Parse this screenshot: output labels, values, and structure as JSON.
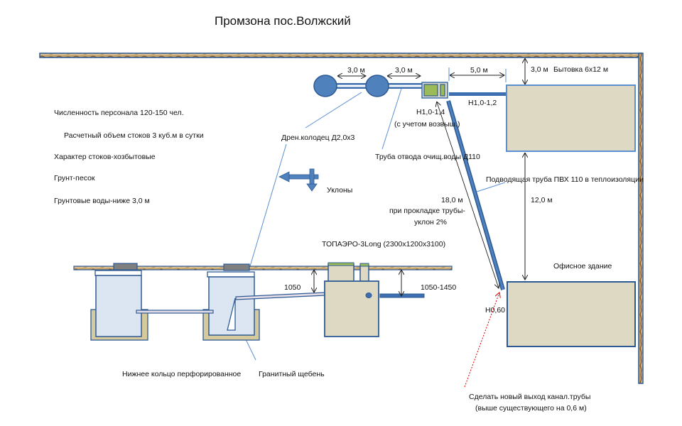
{
  "title": "Промзона пос.Волжский",
  "colors": {
    "pipe_blue": "#3d6fb0",
    "pipe_dark": "#2e5a94",
    "building_fill": "#ddd9c3",
    "tank_fill": "#dce6f2",
    "gravel_fill": "#d6c99c",
    "lid_gray": "#7f7f7f",
    "aero_green": "#9bbb59",
    "leader_line": "#5b8fd1",
    "ground_brown": "#b59461",
    "red_arrow": "#e00000"
  },
  "params": [
    "Численность персонала 120-150 чел.",
    "Расчетный объем стоков 3 куб.м в сутки",
    "Характер стоков-хозбытовые",
    "Грунт-песок",
    "Грунтовые воды-ниже 3,0 м"
  ],
  "plan": {
    "dim_well_gap": "3,0 м",
    "dim_well_to_unit": "3,0 м",
    "dim_unit_to_building": "5,0 м",
    "dim_fence_to_building": "3,0 м",
    "building_small_label": "Бытовка 6х12 м",
    "depth_outlet": "Н1,0-1,4",
    "depth_outlet_note": "(с учетом возвыш.)",
    "depth_inlet_pipe": "Н1,0-1,2",
    "drain_well_label": "Дрен.колодец Д2,0х3",
    "outlet_pipe_label": "Труба отвода очищ.воды Д110",
    "inlet_pipe_label": "Подводящая труба ПВХ 110 в теплоизоляции",
    "slope_label": "Уклоны",
    "dim_pipe_length": "18,0 м",
    "pipe_note_1": "при прокладке трубы-",
    "pipe_note_2": "уклон 2%",
    "dim_buildings_gap": "12,0 м",
    "office_label": "Офисное здание",
    "depth_office_exit": "Н0,60",
    "new_exit_note_1": "Сделать новый выход канал.трубы",
    "new_exit_note_2": "(выше существующего на 0,6 м)"
  },
  "section": {
    "unit_label": "ТОПАЭРО-3Long (2300х1200х3100)",
    "depth_inlet": "1050",
    "depth_outlet": "1050-1450",
    "bottom_ring_label": "Нижнее кольцо перфорированное",
    "gravel_label": "Гранитный щебень"
  }
}
